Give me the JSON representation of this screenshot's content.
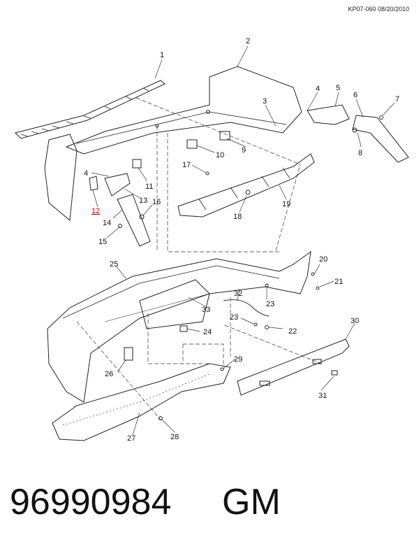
{
  "header": {
    "ref": "KP07-060 08/20/2010"
  },
  "callouts": [
    "1",
    "2",
    "3",
    "4",
    "5",
    "6",
    "7",
    "8",
    "9",
    "10",
    "11",
    "4",
    "12",
    "13",
    "14",
    "15",
    "16",
    "17",
    "18",
    "19",
    "20",
    "21",
    "22",
    "23",
    "23",
    "24",
    "25",
    "26",
    "27",
    "28",
    "29",
    "30",
    "31",
    "32",
    "33"
  ],
  "highlighted_callout": "12",
  "highlight_color": "#d00000",
  "footer": {
    "part_number": "96990984",
    "make": "GM"
  }
}
